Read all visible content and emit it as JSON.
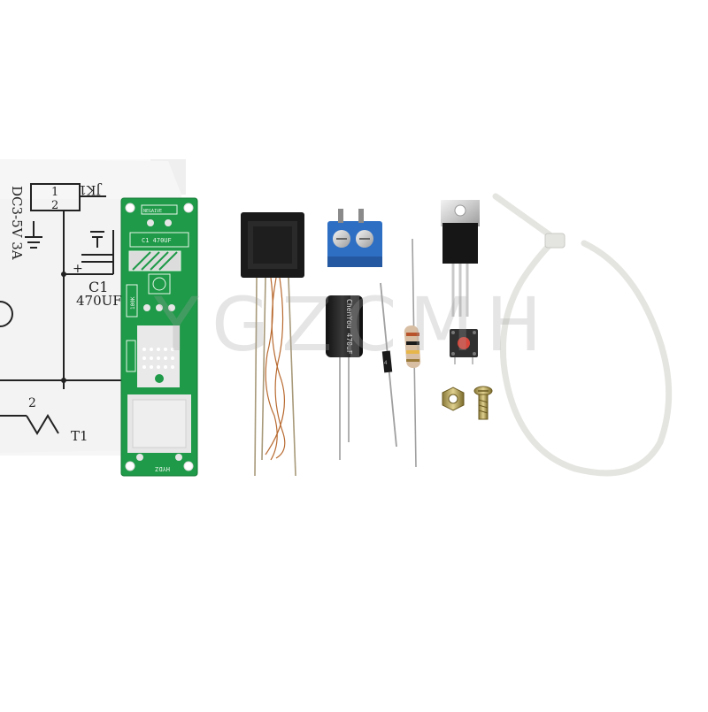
{
  "watermark": "YGZCMH",
  "schematic": {
    "jk_label": "JK1",
    "pin1": "1",
    "pin2": "2",
    "supply_label": "DC3-5V 3A",
    "cap_name": "C1",
    "cap_value": "470UF",
    "plus": "+",
    "t_pin": "2",
    "transformer_label": "T1"
  },
  "pcb": {
    "top_text": "NEGAIVE",
    "cap_text": "C1 470UF",
    "res_text": "100K",
    "model": "HYDZ"
  },
  "capacitor_print": "ChenYou 470uF",
  "diode_mark": "4",
  "colors": {
    "pcb": "#1e9a48",
    "terminal": "#2e6fc4",
    "button": "#d8453a",
    "ferrite": "#1a1a1a"
  }
}
